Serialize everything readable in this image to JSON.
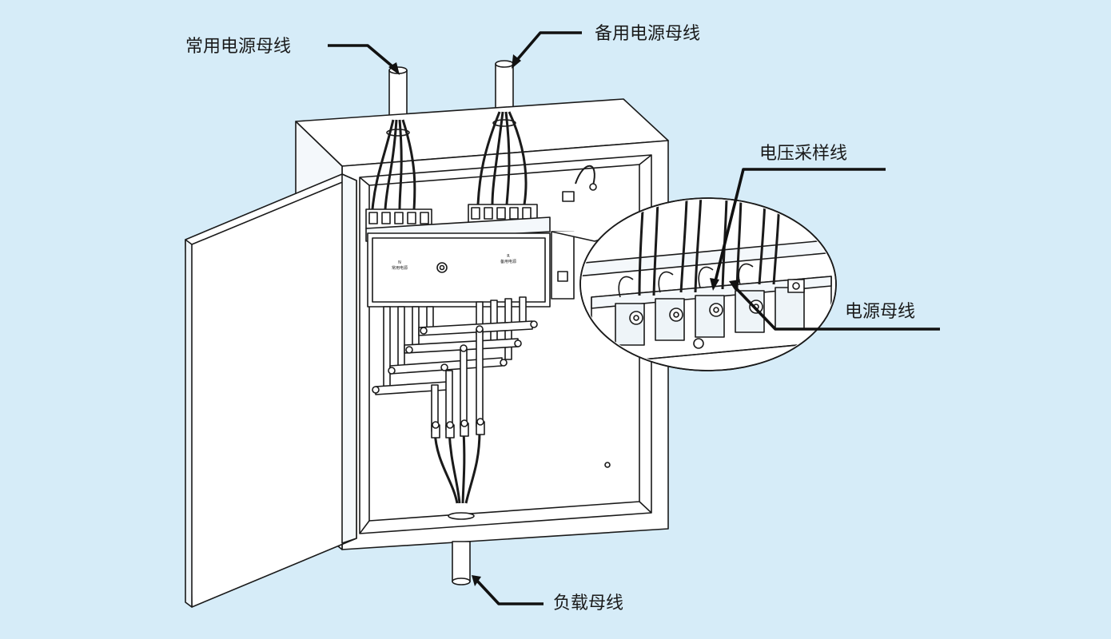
{
  "labels": {
    "normal_busbar": "常用电源母线",
    "backup_busbar": "备用电源母线",
    "voltage_sampling": "电压采样线",
    "power_busbar": "电源母线",
    "load_busbar": "负载母线"
  },
  "switch_panel": {
    "left_letter": "N",
    "left_text": "常用电源",
    "right_letter": "R",
    "right_text": "备用电源"
  },
  "colors": {
    "background": "#d6ecf8",
    "line": "#1a1a1a",
    "fill": "#ffffff"
  }
}
